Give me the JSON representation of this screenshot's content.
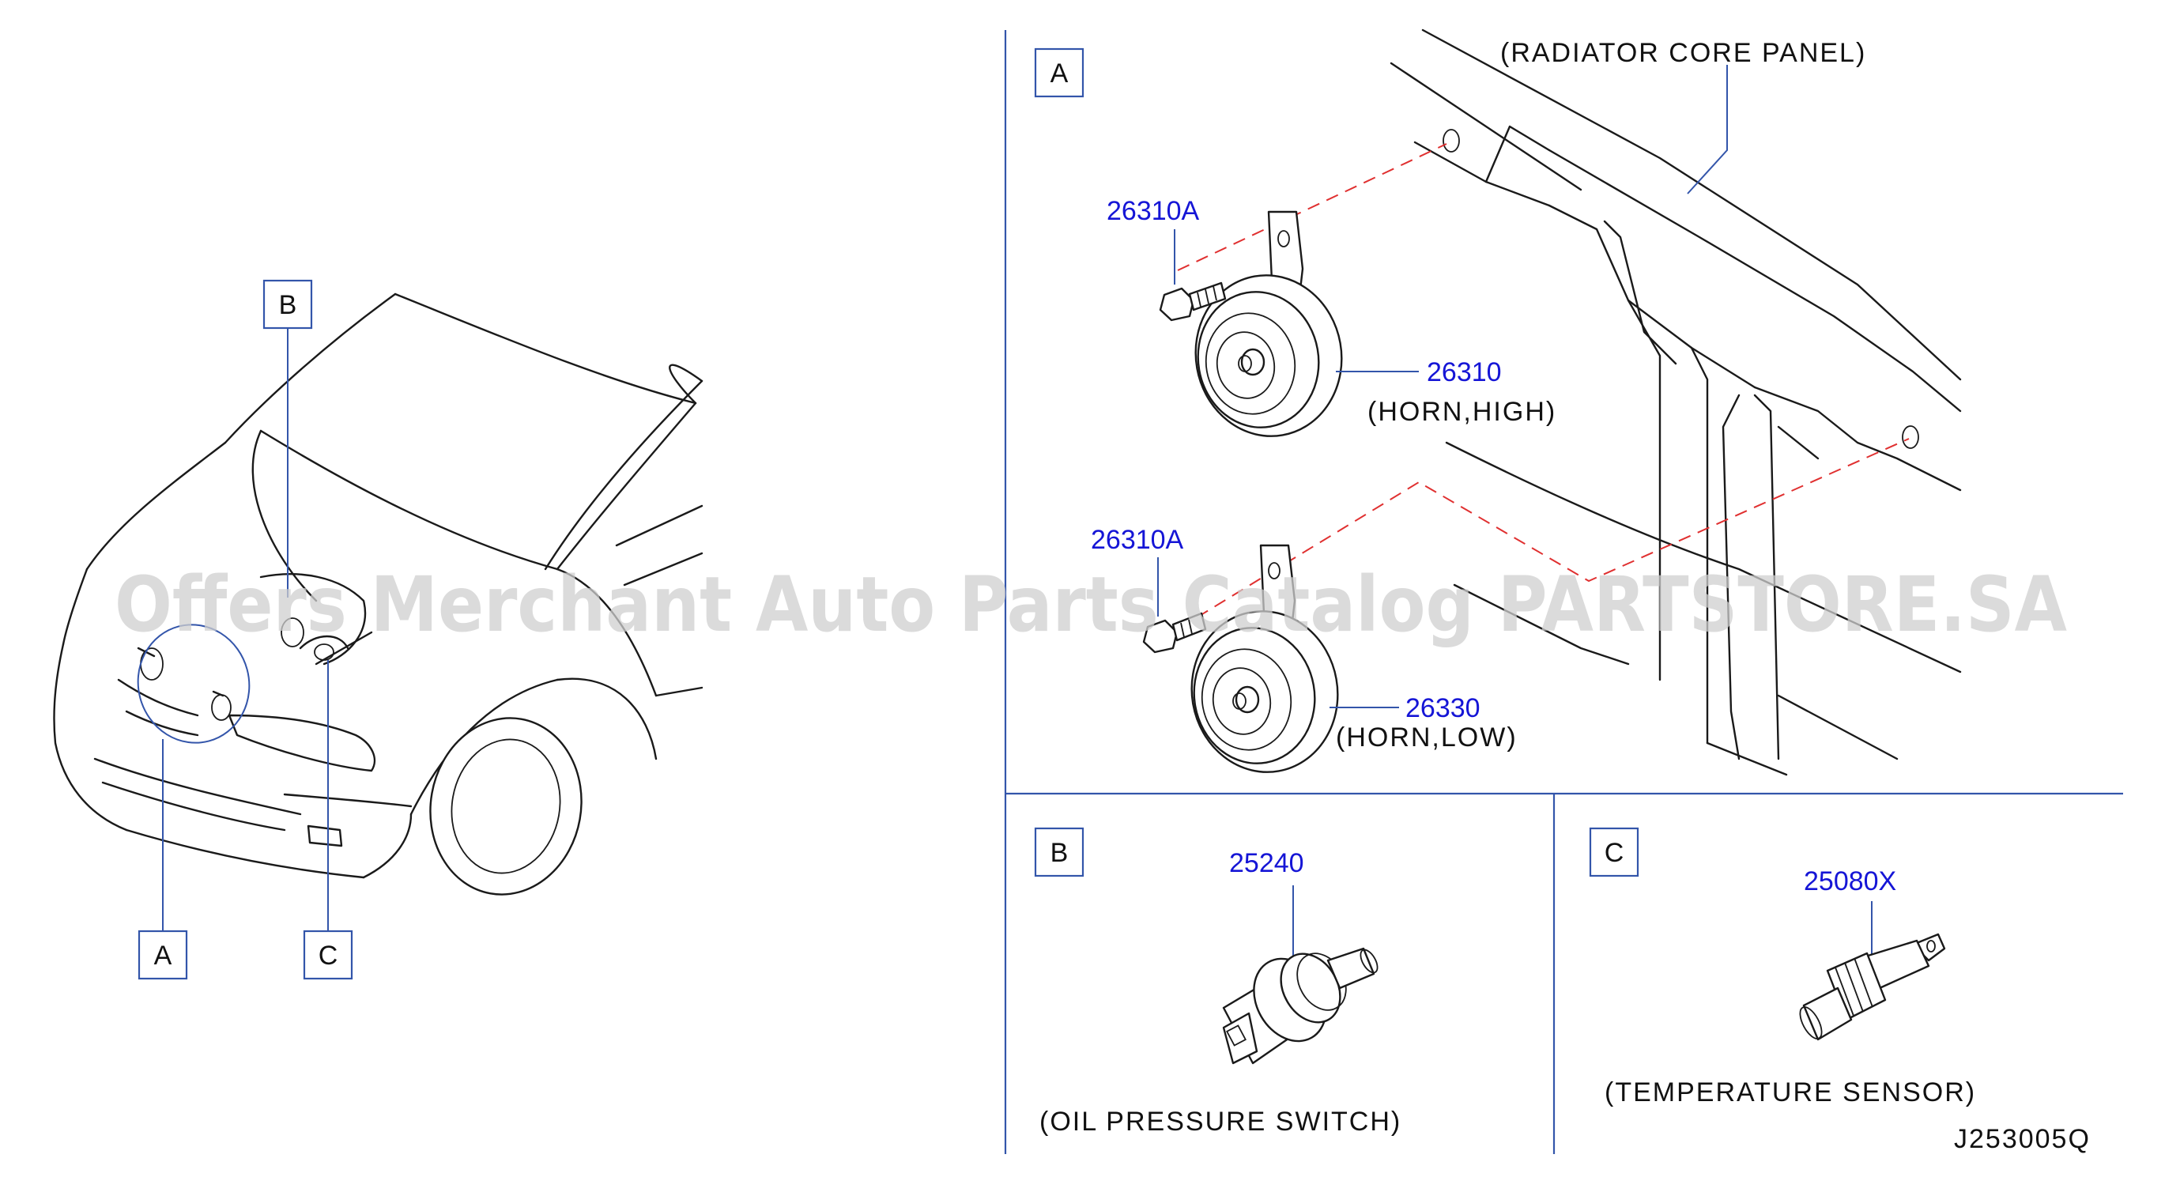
{
  "diagram": {
    "callouts": {
      "car_a": "A",
      "car_b": "B",
      "car_c": "C",
      "panel_a": "A",
      "panel_b": "B",
      "panel_c": "C"
    },
    "parts": {
      "bolt_upper": "26310A",
      "horn_high_number": "26310",
      "horn_high_name": "(HORN,HIGH)",
      "bolt_lower": "26310A",
      "horn_low_number": "26330",
      "horn_low_name": "(HORN,LOW)",
      "oil_switch_number": "25240",
      "oil_switch_name": "(OIL  PRESSURE  SWITCH)",
      "temp_sensor_number": "25080X",
      "temp_sensor_name": "(TEMPERATURE  SENSOR)"
    },
    "radiator_label": "(RADIATOR  CORE  PANEL)",
    "diagram_code": "J253005Q",
    "watermark": "Offers Merchant Auto Parts Catalog PARTSTORE.SA",
    "colors": {
      "part_number": "#1515d6",
      "leader_line": "#3355aa",
      "hidden_line": "#e03030",
      "outline": "#1a1a1a"
    }
  }
}
